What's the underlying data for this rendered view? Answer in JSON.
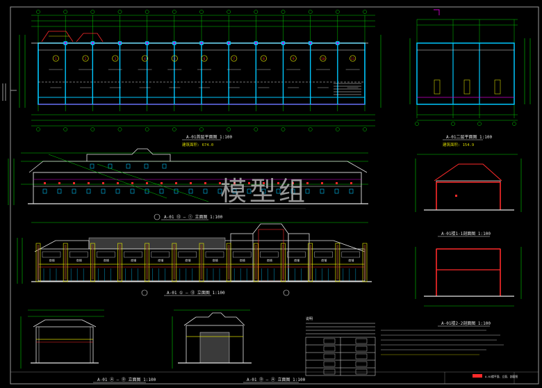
{
  "colors": {
    "background": "#000000",
    "axis_green": "#00d000",
    "wall_cyan": "#00c8ff",
    "frame_white": "#e6e6e6",
    "accent_magenta": "#d000d0",
    "accent_red": "#ff2a2a",
    "dim_yellow": "#d8d800",
    "watermark": "#c8c8c8"
  },
  "drawing": {
    "watermark": "模型组",
    "plan1": {
      "title": "A-01首层平面图 1:100",
      "area": "建筑面积: 674.0",
      "room_numbers": [
        "1",
        "2",
        "3",
        "4",
        "5",
        "6",
        "7",
        "8",
        "9",
        "10",
        "11"
      ]
    },
    "plan2": {
      "title": "A-01二层平面图 1:100",
      "area": "建筑面积: 154.9"
    },
    "elev1": {
      "title": "A-01 ⑬ — ① 立面图 1:100"
    },
    "elev2": {
      "title": "A-01 ① — ⑬ 立面图 1:100"
    },
    "section1": {
      "title": "A-01楼1-1剖面图 1:100"
    },
    "section2": {
      "title": "A-01楼2-2剖面图 1:100"
    },
    "elev3": {
      "title": "A-01 Ⓐ — Ⓓ 立面图 1:100"
    },
    "elev4": {
      "title": "A-01 Ⓓ — Ⓐ 立面图 1:100"
    },
    "shop_label": "商铺",
    "notes_header": "说明",
    "title_block": "A-01楼平面、立面、剖面图"
  }
}
